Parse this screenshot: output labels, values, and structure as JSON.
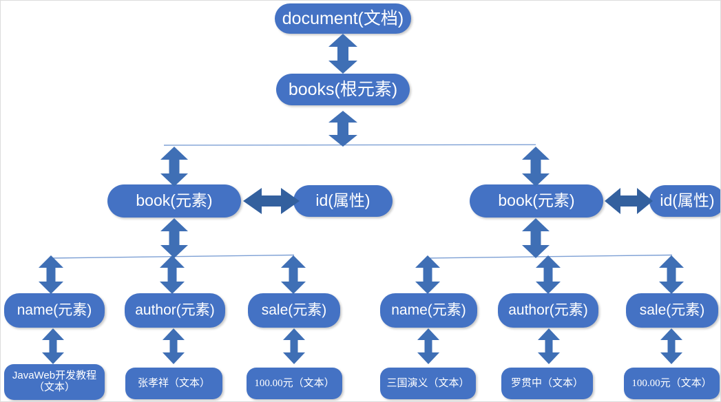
{
  "diagram": {
    "title": "XML DOM tree structure",
    "colors": {
      "box_fill": "#4472C4",
      "arrow_fill": "#3F6FB5",
      "connector_line": "#7C9FD4",
      "text": "#FFFFFF",
      "canvas": "#FFFFFF",
      "border": "#DCDCDC"
    },
    "nodes": {
      "document": "document(文档)",
      "books": "books(根元素)",
      "book_left": "book(元素)",
      "book_right": "book(元素)",
      "id_left": "id(属性)",
      "id_right": "id(属性)",
      "name_left": "name(元素)",
      "author_left": "author(元素)",
      "sale_left": "sale(元素)",
      "name_right": "name(元素)",
      "author_right": "author(元素)",
      "sale_right": "sale(元素)",
      "text_name_left_line1": "JavaWeb开发教程",
      "text_name_left_line2": "（文本）",
      "text_author_left": "张孝祥（文本）",
      "text_sale_left": "100.00元（文本）",
      "text_name_right": "三国演义（文本）",
      "text_author_right": "罗贯中（文本）",
      "text_sale_right": "100.00元（文本）"
    },
    "arrows": {
      "document_books": "double-arrow-vertical",
      "books_branch": "double-arrow-vertical",
      "book_left_up": "double-arrow-vertical",
      "book_right_up": "double-arrow-vertical",
      "book_left_id": "double-arrow-horizontal",
      "book_right_id": "double-arrow-horizontal",
      "book_left_down": "double-arrow-vertical",
      "book_right_down": "double-arrow-vertical",
      "name_left_child": "double-arrow-vertical",
      "author_left_child": "double-arrow-vertical",
      "sale_left_child": "double-arrow-vertical",
      "name_right_child": "double-arrow-vertical",
      "author_right_child": "double-arrow-vertical",
      "sale_right_child": "double-arrow-vertical",
      "name_left_text": "double-arrow-vertical",
      "author_left_text": "double-arrow-vertical",
      "sale_left_text": "double-arrow-vertical",
      "name_right_text": "double-arrow-vertical",
      "author_right_text": "double-arrow-vertical",
      "sale_right_text": "double-arrow-vertical"
    }
  }
}
